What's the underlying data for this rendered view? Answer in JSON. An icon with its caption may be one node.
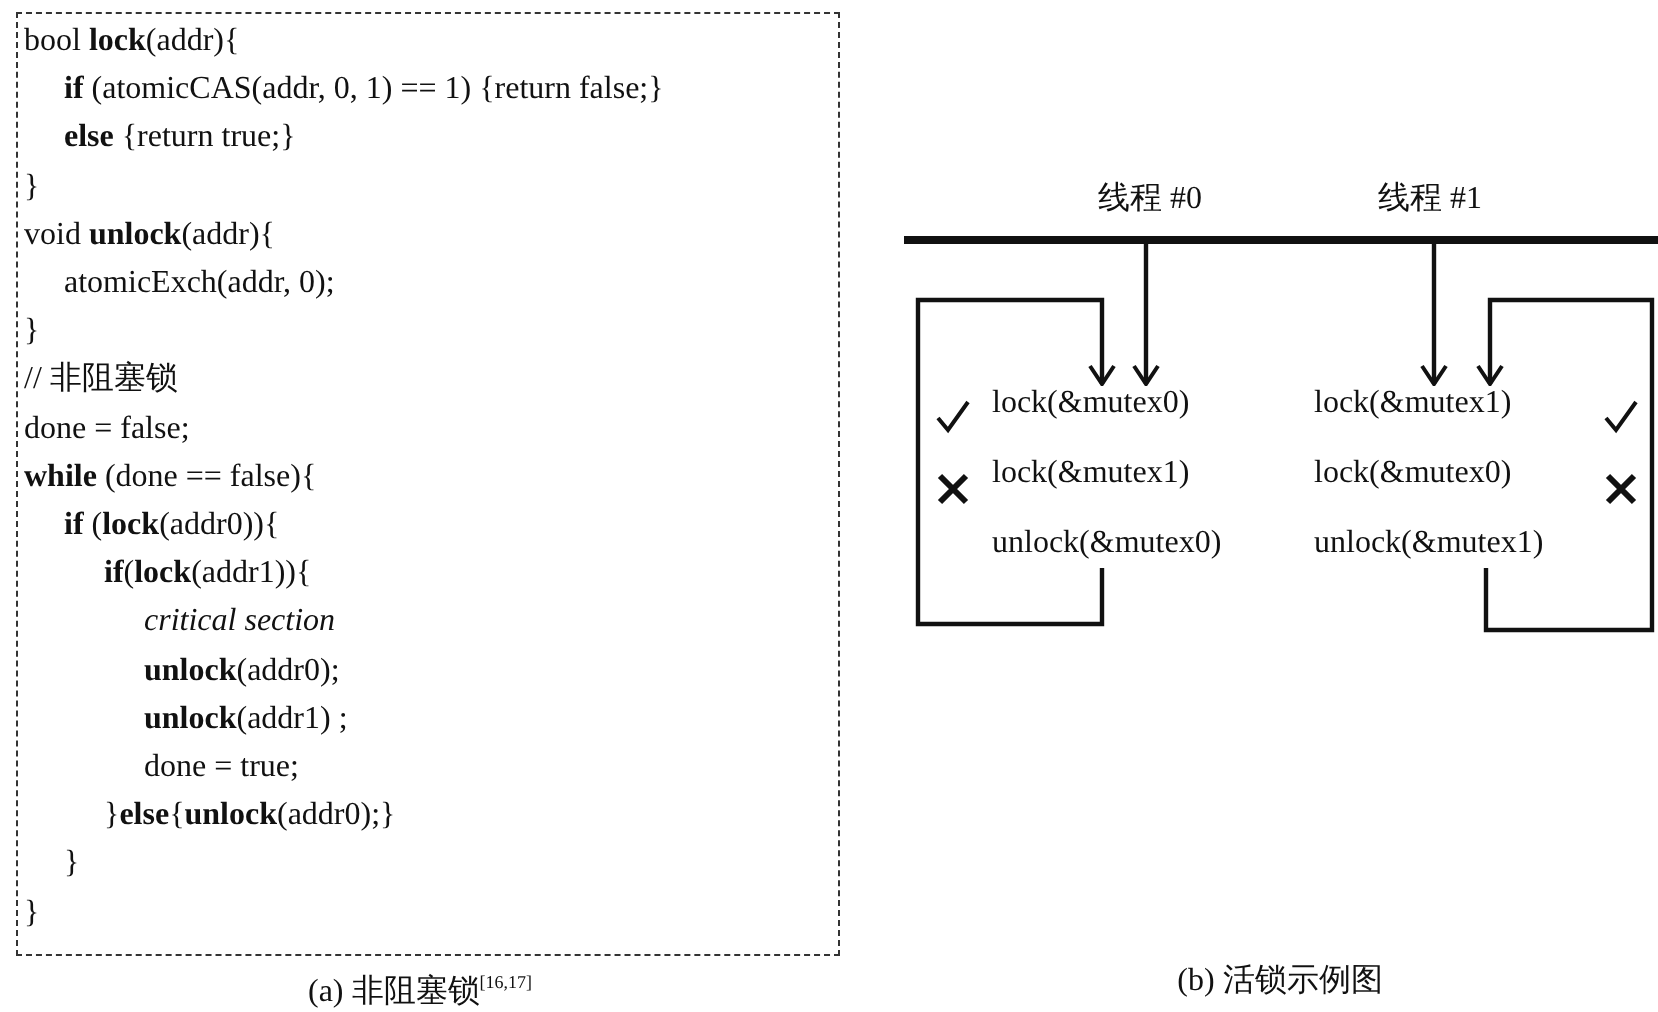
{
  "diagram": {
    "nodes": [
      {
        "text": [
          "bool **lock**(addr){",
          "**if** (atomicCAS(addr, 0, 1) == 1) {return false;}",
          "**else** {return true;}",
          "}",
          "void **unlock**(addr){",
          "atomicExch(addr, 0);",
          "}",
          "// 非阻塞锁",
          "done = false;",
          "**while** (done == false){",
          "**if** (**lock**(addr0)){",
          "**if**(**lock**(addr1)){",
          "critical section",
          "**unlock**(addr0);",
          "**unlock**(addr1) ;",
          "done = true;",
          "}**else**{**unlock**(addr0);}",
          "}",
          "}"
        ]
      },
      {
        "text": [],
        "shape": "bar"
      },
      {
        "text": [
          "lock(&mutex0)",
          "lock(&mutex1)",
          "unlock(&mutex0)"
        ]
      },
      {
        "text": [
          "lock(&mutex1)",
          "lock(&mutex0)",
          "unlock(&mutex1)"
        ]
      }
    ],
    "edges": [
      {
        "from": 1,
        "to": 2,
        "arrow": "to"
      },
      {
        "from": 2,
        "to": 2,
        "arrow": "to"
      },
      {
        "from": 1,
        "to": 3,
        "arrow": "to"
      },
      {
        "from": 3,
        "to": 3,
        "arrow": "to"
      }
    ],
    "labels": [
      "线程 #0",
      "线程 #1",
      "(a) 非阻塞锁$^{[16,17]}$",
      "(b) 活锁示例图"
    ]
  }
}
